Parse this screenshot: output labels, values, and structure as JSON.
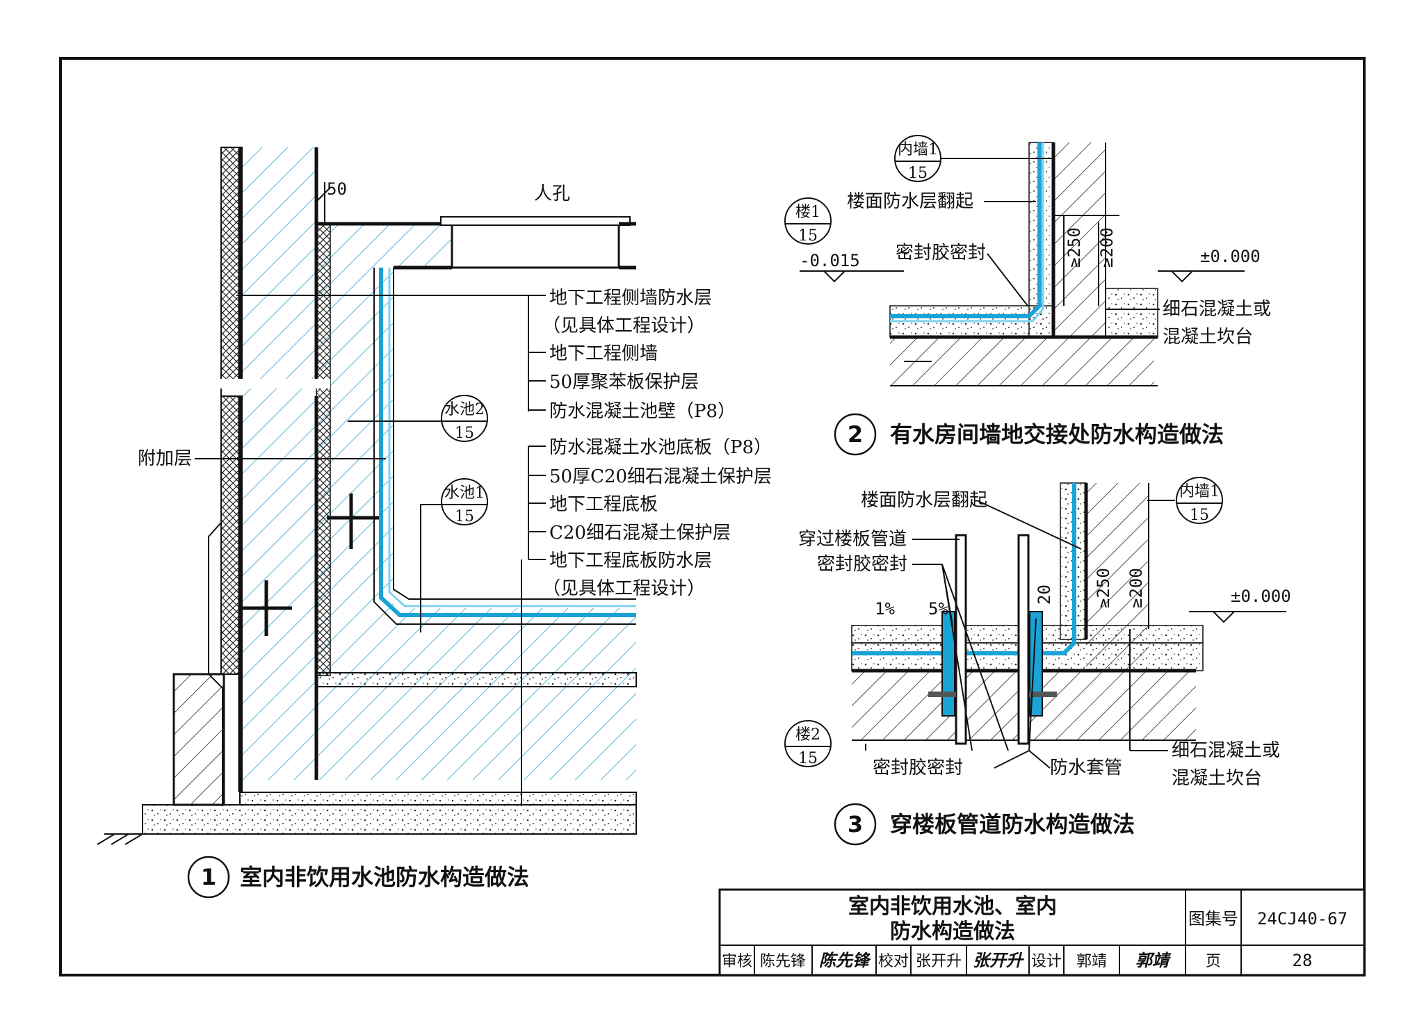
{
  "detail1": {
    "number": "1",
    "caption": "室内非饮用水池防水构造做法",
    "manhole": "人孔",
    "dim_50": "50",
    "left_label": "附加层",
    "labels": [
      "地下工程侧墙防水层",
      "（见具体工程设计）",
      "地下工程侧墙",
      "50厚聚苯板保护层",
      "防水混凝土池壁（P8）",
      "防水混凝土水池底板（P8）",
      "50厚C20细石混凝土保护层",
      "地下工程底板",
      "C20细石混凝土保护层",
      "地下工程底板防水层",
      "（见具体工程设计）"
    ],
    "ref_pool2": {
      "top": "水池2",
      "bottom": "15"
    },
    "ref_pool1": {
      "top": "水池1",
      "bottom": "15"
    }
  },
  "detail2": {
    "number": "2",
    "caption": "有水房间墙地交接处防水构造做法",
    "ref_wall": {
      "top": "内墙1",
      "bottom": "15"
    },
    "ref_floor": {
      "top": "楼1",
      "bottom": "15"
    },
    "label_turnup": "楼面防水层翻起",
    "label_sealant": "密封胶密封",
    "dim_250": "≥250",
    "dim_200": "≥200",
    "level_left": "-0.015",
    "level_right": "±0.000",
    "label_curb_1": "细石混凝土或",
    "label_curb_2": "混凝土坎台"
  },
  "detail3": {
    "number": "3",
    "caption": "穿楼板管道防水构造做法",
    "ref_wall": {
      "top": "内墙1",
      "bottom": "15"
    },
    "ref_floor": {
      "top": "楼2",
      "bottom": "15"
    },
    "label_turnup": "楼面防水层翻起",
    "label_pipe": "穿过楼板管道",
    "label_sealant_top": "密封胶密封",
    "label_sealant_bottom": "密封胶密封",
    "label_sleeve": "防水套管",
    "slope_1": "1%",
    "slope_2": "5%",
    "dim_20": "20",
    "dim_250": "≥250",
    "dim_200": "≥200",
    "level_right": "±0.000",
    "label_curb_1": "细石混凝土或",
    "label_curb_2": "混凝土坎台"
  },
  "title_block": {
    "title_line1": "室内非饮用水池、室内",
    "title_line2": "防水构造做法",
    "atlas_label": "图集号",
    "atlas_no": "24CJ40-67",
    "review_label": "审核",
    "reviewer": "陈先锋",
    "reviewer_sig": "陈先锋",
    "check_label": "校对",
    "checker": "张开升",
    "checker_sig": "张开升",
    "design_label": "设计",
    "designer": "郭靖",
    "designer_sig": "郭靖",
    "page_label": "页",
    "page_no": "28"
  }
}
